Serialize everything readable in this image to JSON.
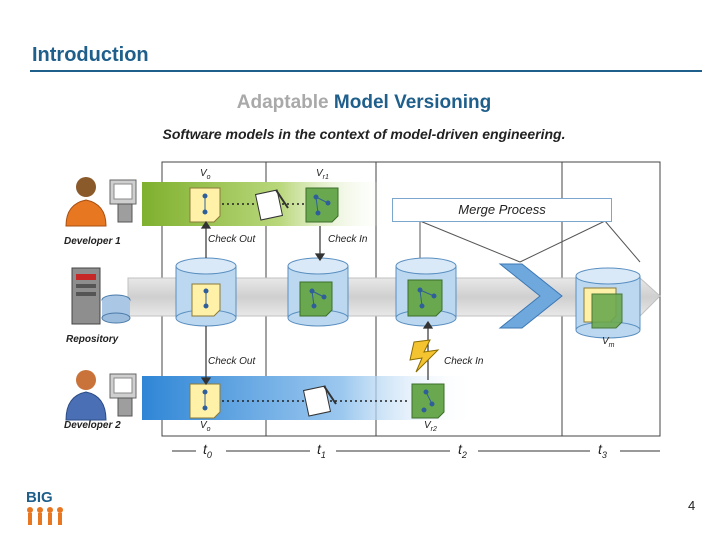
{
  "slide": {
    "title": "Introduction",
    "heading_light": "Adaptable",
    "heading_strong": "Model Versioning",
    "subtitle": "Software models in the context of model-driven engineering.",
    "page_number": "4",
    "logo_text": "BIG"
  },
  "actors": {
    "developer1": "Developer 1",
    "repository": "Repository",
    "developer2": "Developer 2"
  },
  "versions": {
    "v_o_top": "V",
    "v_o_top_sub": "o",
    "v_r1": "V",
    "v_r1_sub": "r1",
    "v_m": "V",
    "v_m_sub": "m",
    "v_o_bottom": "V",
    "v_o_bottom_sub": "o",
    "v_r2": "V",
    "v_r2_sub": "r2"
  },
  "actions": {
    "checkout_top": "Check Out",
    "checkin_top": "Check In",
    "merge_process": "Merge Process",
    "checkout_bottom": "Check Out",
    "checkin_bottom": "Check In"
  },
  "timeline": [
    {
      "t": "t",
      "sub": "0"
    },
    {
      "t": "t",
      "sub": "1"
    },
    {
      "t": "t",
      "sub": "2"
    },
    {
      "t": "t",
      "sub": "3"
    }
  ],
  "colors": {
    "title": "#1f5f8b",
    "dev1_band": "#8dbb3a",
    "dev2_band": "#3a8fd8",
    "repo_band": "#d9d9d9",
    "cylinder": "#bcd8f0",
    "note_yellow": "#fff2a8",
    "note_green": "#6aa84f",
    "bolt": "#f4c430"
  }
}
